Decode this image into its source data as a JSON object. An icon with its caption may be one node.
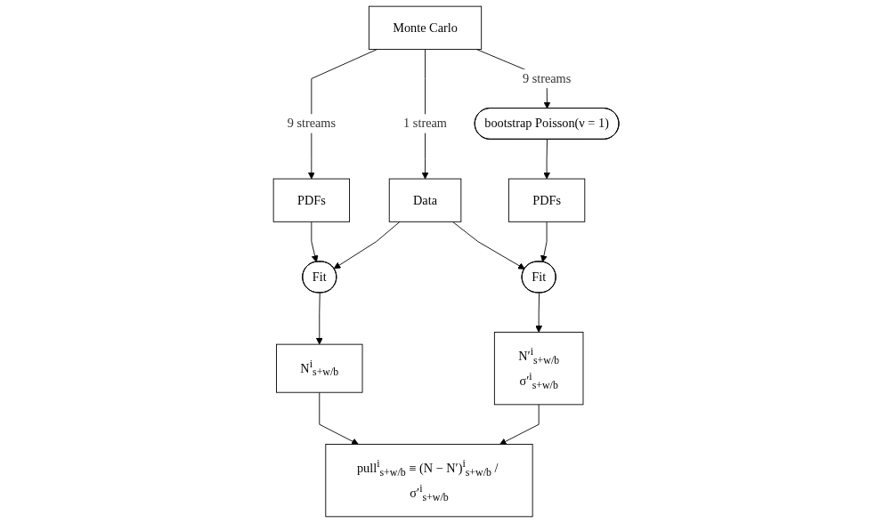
{
  "diagram": {
    "nodes": [
      {
        "text": [
          "PDFs"
        ]
      },
      {
        "text": [
          "Monte Carlo"
        ]
      },
      {
        "text": [
          "bootstrap Poisson(ν = 1)"
        ]
      },
      {
        "text": [
          "PDFs"
        ]
      },
      {
        "text": [
          "Fit"
        ]
      },
      {
        "text": [
          "Data"
        ]
      },
      {
        "text": [
          "Fit"
        ]
      },
      {
        "text": [
          "N$^{i}$$_{s+w/b}$"
        ]
      },
      {
        "text": [
          "N′$^{i}$$_{s+w/b}$",
          "σ′$^{i}$$_{s+w/b}$"
        ]
      },
      {
        "text": [
          "pull$^{i}$$_{s+w/b}$ ≡ (N − N′)$^{i}$$_{s+w/b}$ / σ′$^{i}$$_{s+w/b}$"
        ]
      }
    ],
    "edges": [
      {
        "from": 1,
        "to": 0,
        "arrow": "to",
        "label": "9 streams"
      },
      {
        "from": 1,
        "to": 2,
        "arrow": "to",
        "label": "9 streams"
      },
      {
        "from": 2,
        "to": 3,
        "arrow": "to"
      },
      {
        "from": 1,
        "to": 5,
        "arrow": "to",
        "label": "1 stream"
      },
      {
        "from": 0,
        "to": 4,
        "arrow": "to"
      },
      {
        "from": 5,
        "to": 4,
        "arrow": "to"
      },
      {
        "from": 5,
        "to": 6,
        "arrow": "to"
      },
      {
        "from": 3,
        "to": 6,
        "arrow": "to"
      },
      {
        "from": 4,
        "to": 7,
        "arrow": "to"
      },
      {
        "from": 6,
        "to": 8,
        "arrow": "to"
      },
      {
        "from": 7,
        "to": 9,
        "arrow": "to"
      },
      {
        "from": 8,
        "to": 9,
        "arrow": "to"
      }
    ]
  }
}
